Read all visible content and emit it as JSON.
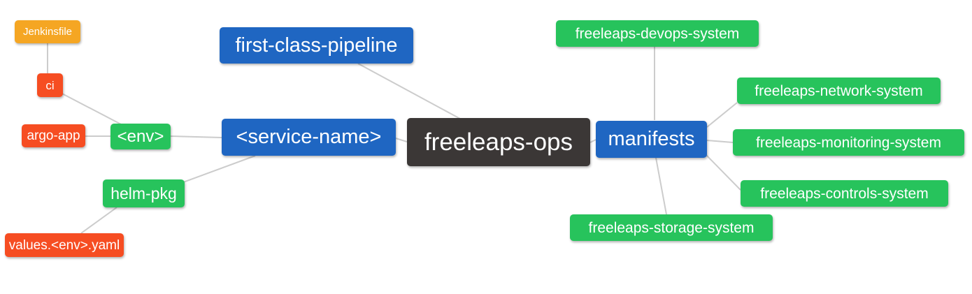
{
  "diagram": {
    "type": "mindmap",
    "root": "freeleaps-ops"
  },
  "nodes": {
    "jenkinsfile": {
      "label": "Jenkinsfile",
      "color": "#f5a623"
    },
    "ci": {
      "label": "ci",
      "color": "#f64d22"
    },
    "argo_app": {
      "label": "argo-app",
      "color": "#f64d22"
    },
    "env": {
      "label": "<env>",
      "color": "#27c35c"
    },
    "helm_pkg": {
      "label": "helm-pkg",
      "color": "#27c35c"
    },
    "values_env_yaml": {
      "label": "values.<env>.yaml",
      "color": "#f64d22"
    },
    "first_class_pipeline": {
      "label": "first-class-pipeline",
      "color": "#1f66c2"
    },
    "service_name": {
      "label": "<service-name>",
      "color": "#1f66c2"
    },
    "freeleaps_ops": {
      "label": "freeleaps-ops",
      "color": "#3b3736"
    },
    "manifests": {
      "label": "manifests",
      "color": "#1f66c2"
    },
    "devops_system": {
      "label": "freeleaps-devops-system",
      "color": "#27c35c"
    },
    "network_system": {
      "label": "freeleaps-network-system",
      "color": "#27c35c"
    },
    "monitoring_system": {
      "label": "freeleaps-monitoring-system",
      "color": "#27c35c"
    },
    "controls_system": {
      "label": "freeleaps-controls-system",
      "color": "#27c35c"
    },
    "storage_system": {
      "label": "freeleaps-storage-system",
      "color": "#27c35c"
    }
  },
  "edges": [
    {
      "from": "Jenkinsfile",
      "to": "ci"
    },
    {
      "from": "ci",
      "to": "<env>"
    },
    {
      "from": "argo-app",
      "to": "<env>"
    },
    {
      "from": "<env>",
      "to": "<service-name>"
    },
    {
      "from": "helm-pkg",
      "to": "<service-name>"
    },
    {
      "from": "values.<env>.yaml",
      "to": "helm-pkg"
    },
    {
      "from": "first-class-pipeline",
      "to": "freeleaps-ops"
    },
    {
      "from": "<service-name>",
      "to": "freeleaps-ops"
    },
    {
      "from": "freeleaps-ops",
      "to": "manifests"
    },
    {
      "from": "manifests",
      "to": "freeleaps-devops-system"
    },
    {
      "from": "manifests",
      "to": "freeleaps-network-system"
    },
    {
      "from": "manifests",
      "to": "freeleaps-monitoring-system"
    },
    {
      "from": "manifests",
      "to": "freeleaps-controls-system"
    },
    {
      "from": "manifests",
      "to": "freeleaps-storage-system"
    }
  ],
  "colors": {
    "blue": "#1f66c2",
    "green": "#27c35c",
    "red": "#f64d22",
    "orange": "#f5a623",
    "dark": "#3b3736",
    "edge": "#cccccc"
  }
}
